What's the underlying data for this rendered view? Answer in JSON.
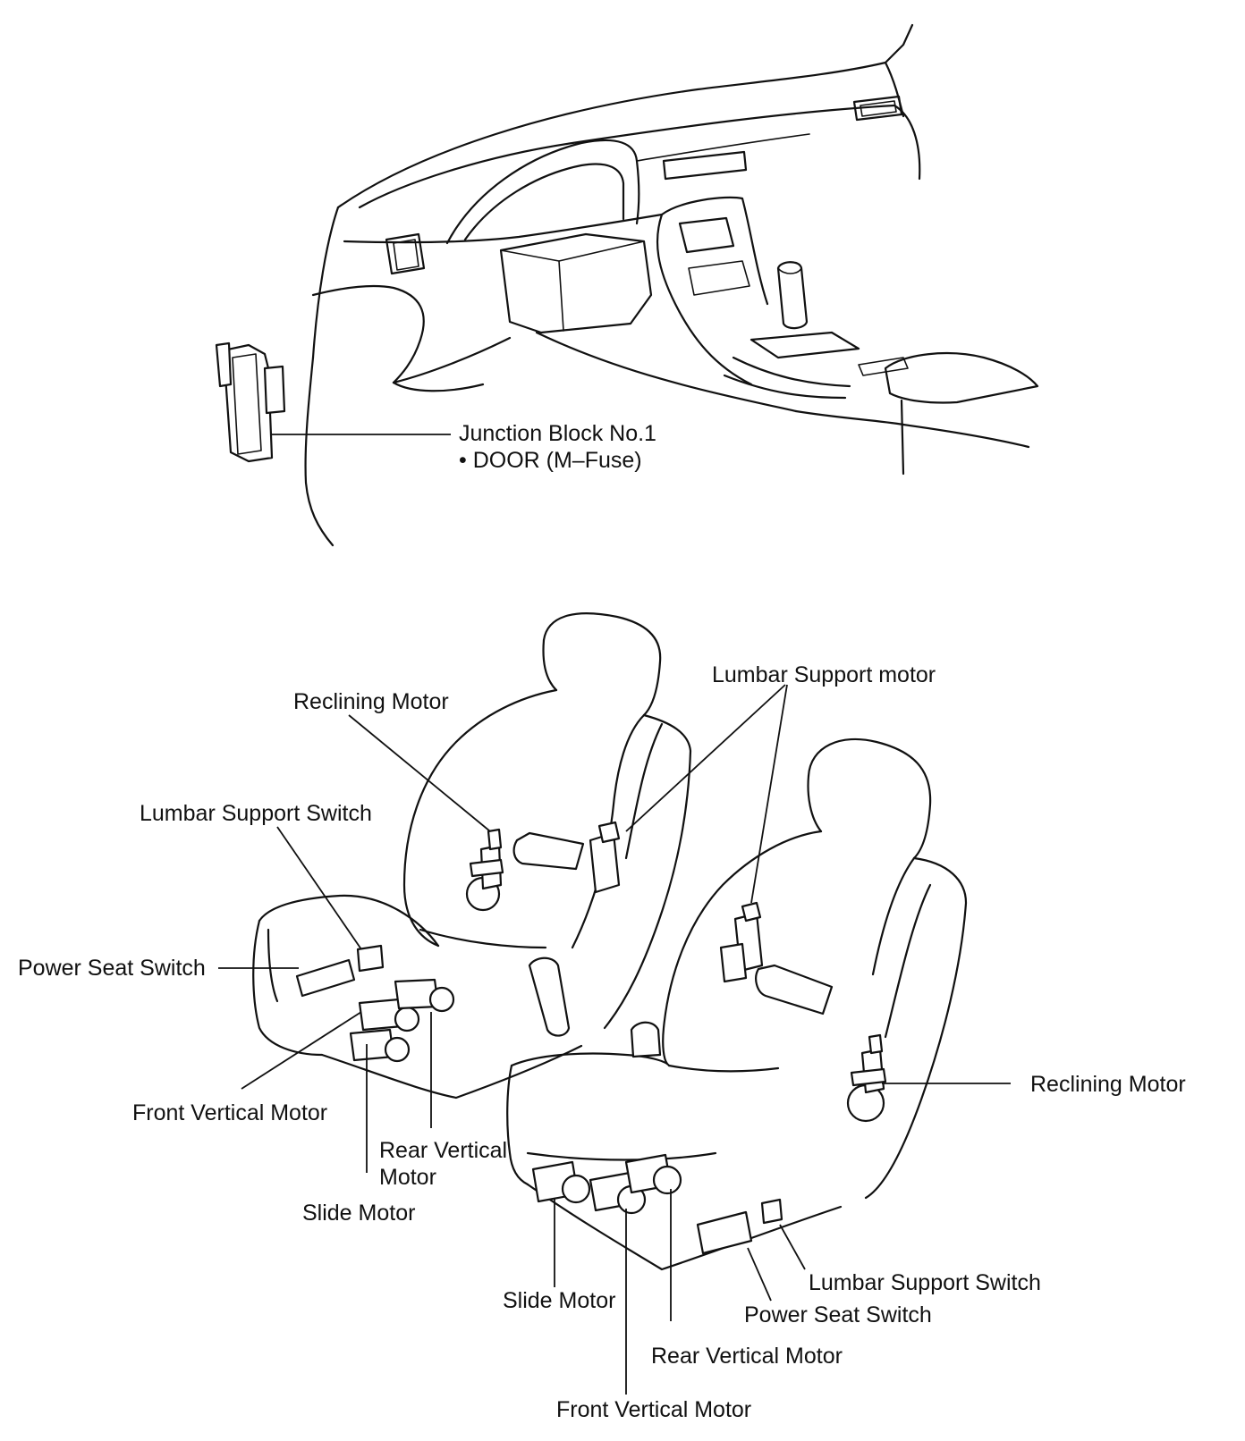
{
  "dashboard": {
    "junction_block_title": "Junction Block No.1",
    "junction_block_fuse": "• DOOR (M–Fuse)"
  },
  "left_seat": {
    "reclining_motor": "Reclining Motor",
    "lumbar_support_switch": "Lumbar Support Switch",
    "power_seat_switch": "Power Seat Switch",
    "front_vertical_motor": "Front Vertical Motor",
    "rear_vertical_motor_line1": "Rear Vertical",
    "rear_vertical_motor_line2": "Motor",
    "slide_motor": "Slide Motor"
  },
  "shared": {
    "lumbar_support_motor": "Lumbar Support motor"
  },
  "right_seat": {
    "reclining_motor": "Reclining Motor",
    "lumbar_support_switch": "Lumbar Support Switch",
    "power_seat_switch": "Power Seat Switch",
    "slide_motor": "Slide Motor",
    "rear_vertical_motor": "Rear Vertical Motor",
    "front_vertical_motor": "Front Vertical Motor"
  }
}
